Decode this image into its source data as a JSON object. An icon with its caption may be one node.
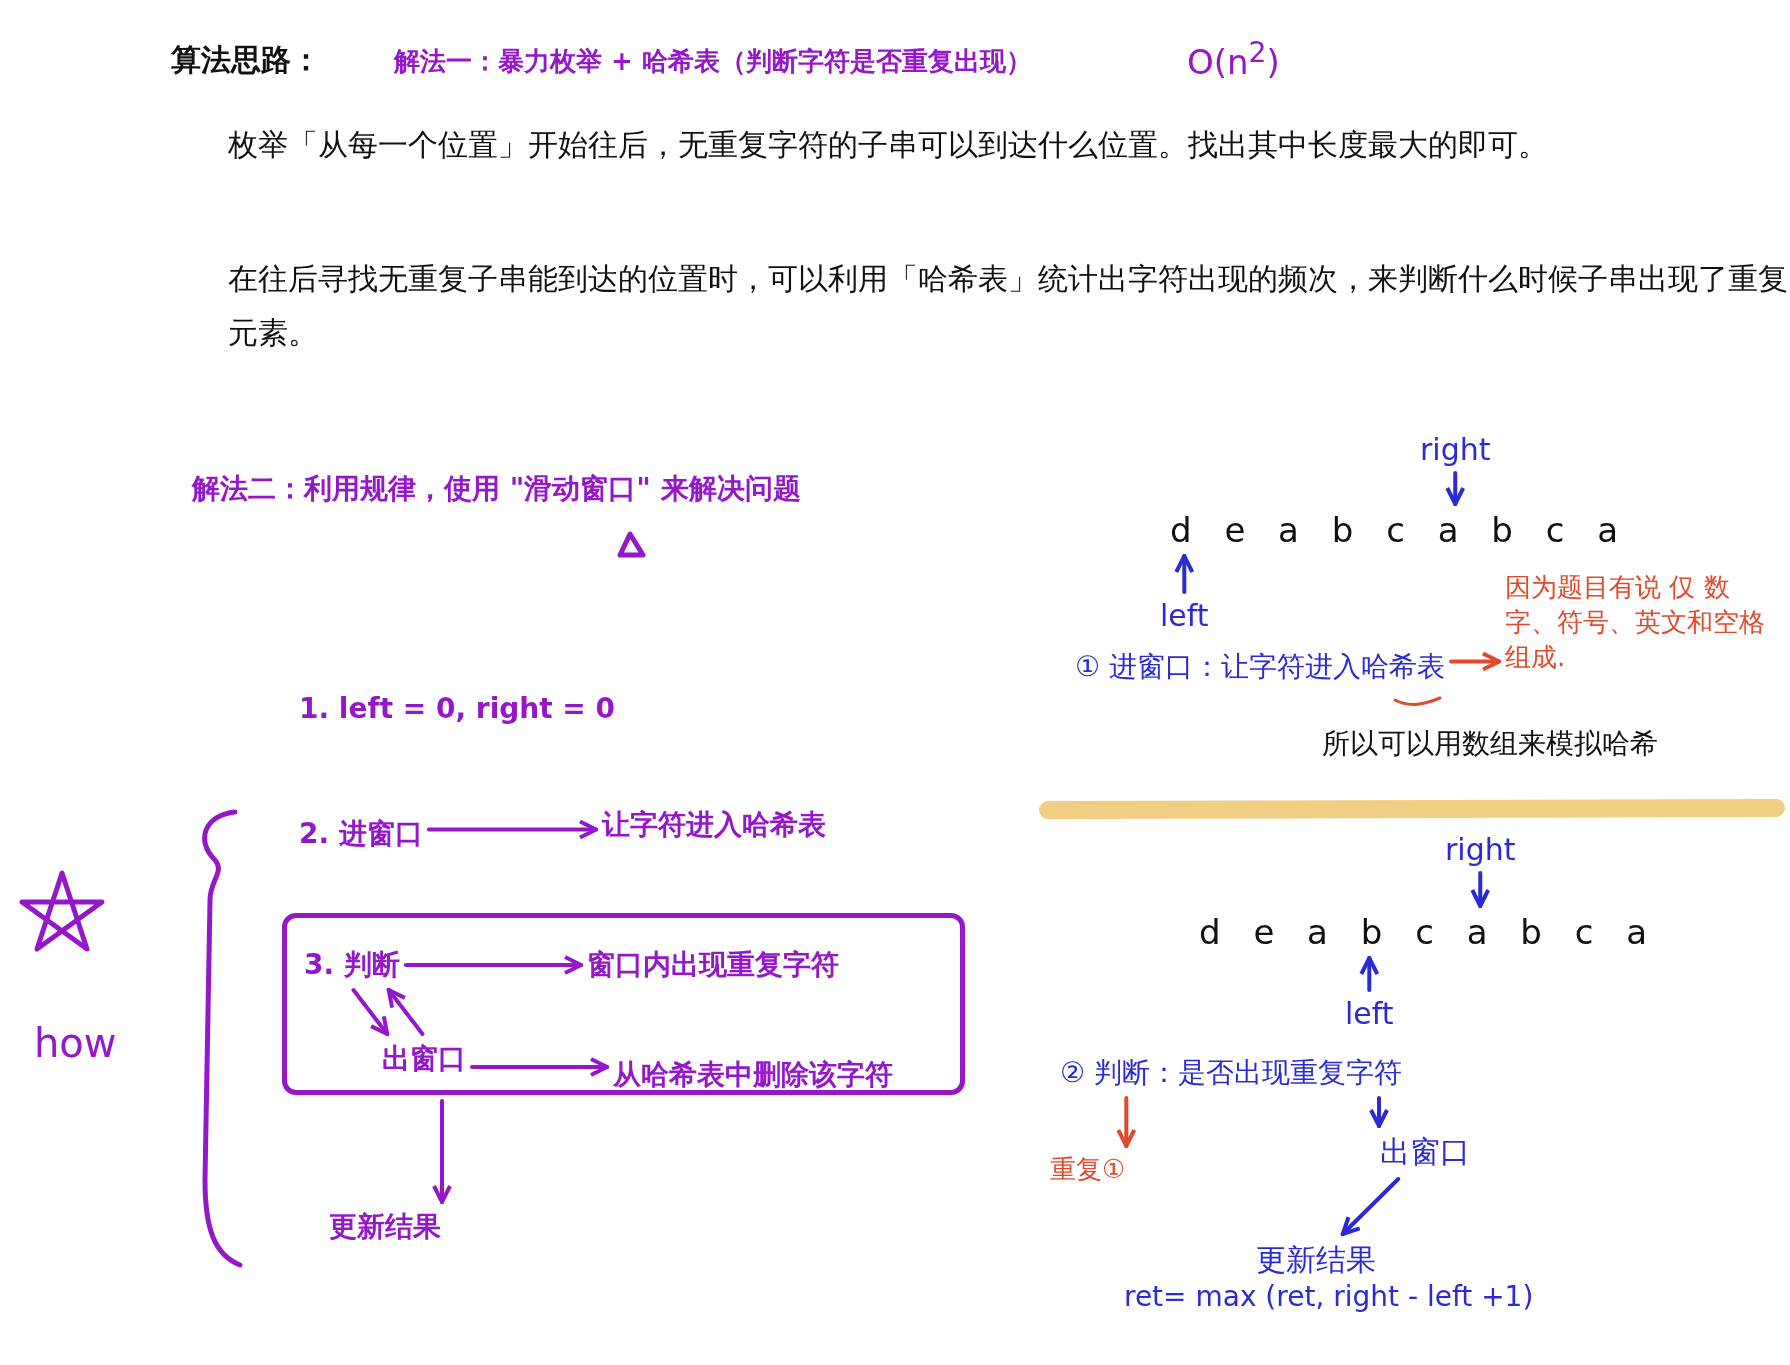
{
  "diagram": {
    "title": "算法思路：",
    "nodes": [
      {
        "text": [
          "2. 进窗口"
        ]
      },
      {
        "text": [
          "让字符进入哈希表"
        ]
      },
      {
        "text": [],
        "shape": "box"
      },
      {
        "text": [
          "3. 判断"
        ],
        "in": 2
      },
      {
        "text": [
          "窗口内出现重复字符"
        ],
        "in": 2
      },
      {
        "text": [
          "出窗口"
        ],
        "in": 2
      },
      {
        "text": [
          "从哈希表中删除该字符"
        ],
        "in": 2
      },
      {
        "text": [
          "更新结果"
        ]
      },
      {
        "text": [
          "right"
        ]
      },
      {
        "text": [
          "d e a b c a b c a"
        ]
      },
      {
        "text": [
          "left"
        ]
      },
      {
        "text": [
          "① 进窗口：让字符进入哈希表"
        ]
      },
      {
        "text": [
          "因为题目有说 仅 数字、符号、英文和空格组成."
        ]
      },
      {
        "text": [
          "right"
        ]
      },
      {
        "text": [
          "d e a b c a b c a"
        ]
      },
      {
        "text": [
          "left"
        ]
      },
      {
        "text": [
          "② 判断：是否出现重复字符"
        ]
      },
      {
        "text": [
          "重复①"
        ]
      },
      {
        "text": [
          "出窗口"
        ]
      },
      {
        "text": [
          "更新结果"
        ]
      }
    ],
    "edges": [
      {
        "from": 0,
        "to": 1,
        "arrow": "to"
      },
      {
        "from": 3,
        "to": 4,
        "arrow": "to"
      },
      {
        "from": 3,
        "to": 5,
        "arrow": "to"
      },
      {
        "from": 5,
        "to": 3,
        "arrow": "to"
      },
      {
        "from": 5,
        "to": 6,
        "arrow": "to"
      },
      {
        "from": 2,
        "to": 7,
        "arrow": "to"
      },
      {
        "from": 8,
        "to": 9,
        "arrow": "to",
        "color": "#2b2bd6"
      },
      {
        "from": 10,
        "to": 9,
        "arrow": "to",
        "color": "#2b2bd6"
      },
      {
        "from": 11,
        "to": 12,
        "arrow": "to",
        "color": "#e0492c"
      },
      {
        "from": 13,
        "to": 14,
        "arrow": "to",
        "color": "#2b2bd6"
      },
      {
        "from": 15,
        "to": 14,
        "arrow": "to",
        "color": "#2b2bd6"
      },
      {
        "from": 16,
        "to": 17,
        "arrow": "to",
        "color": "#e0492c"
      },
      {
        "from": 16,
        "to": 18,
        "arrow": "to",
        "color": "#2b2bd6"
      },
      {
        "from": 18,
        "to": 19,
        "arrow": "to",
        "color": "#2b2bd6"
      }
    ],
    "labels": [
      "解法一：暴力枚举 + 哈希表（判断字符是否重复出现）",
      "O(n$^{2}$)",
      "枚举「从每一个位置」开始往后，无重复字符的子串可以到达什么位置。找出其中长度最大的即可。",
      "在往后寻找无重复子串能到达的位置时，可以利用「哈希表」统计出字符出现的频次，来判断什么时候子串出现了重复元素。",
      "解法二：利用规律，使用 \"滑动窗口\" 来解决问题",
      "1. left = 0, right = 0",
      "how",
      "所以可以用数组来模拟哈希",
      "ret= max (ret, right - left +1)"
    ]
  }
}
